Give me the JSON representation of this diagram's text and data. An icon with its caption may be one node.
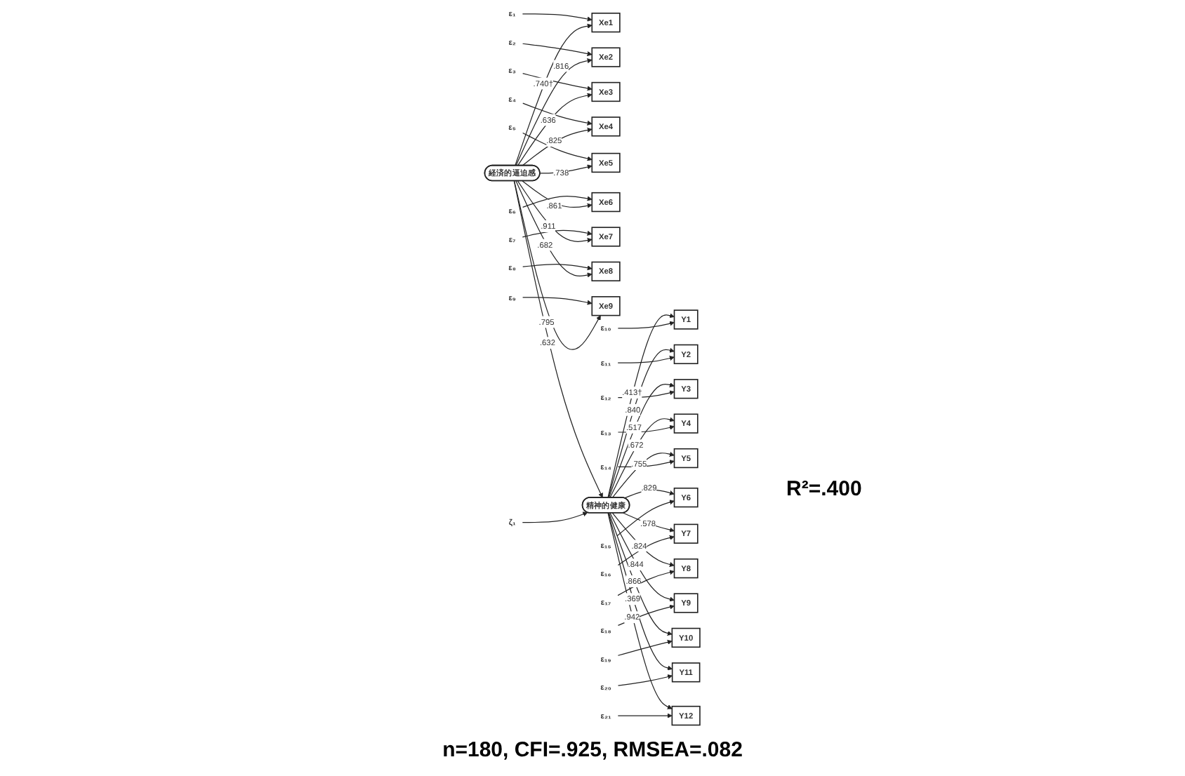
{
  "diagram": {
    "caption": "n=180, CFI=.925, RMSEA=.082",
    "nodes": [
      {
        "text": [
          "ε₁"
        ]
      },
      {
        "text": [
          "ε₂"
        ]
      },
      {
        "text": [
          "ε₃"
        ]
      },
      {
        "text": [
          "ε₄"
        ]
      },
      {
        "text": [
          "ε₅"
        ]
      },
      {
        "text": [
          "ε₆"
        ]
      },
      {
        "text": [
          "ε₇"
        ]
      },
      {
        "text": [
          "ε₈"
        ]
      },
      {
        "text": [
          "ε₉"
        ]
      },
      {
        "text": [
          "Xe1"
        ]
      },
      {
        "text": [
          "Xe2"
        ]
      },
      {
        "text": [
          "Xe3"
        ]
      },
      {
        "text": [
          "Xe4"
        ]
      },
      {
        "text": [
          "Xe5"
        ]
      },
      {
        "text": [
          "Xe6"
        ]
      },
      {
        "text": [
          "Xe7"
        ]
      },
      {
        "text": [
          "Xe8"
        ]
      },
      {
        "text": [
          "Xe9"
        ]
      },
      {
        "text": [
          "経済的逼迫感"
        ]
      },
      {
        "text": [
          "ζ₁"
        ]
      },
      {
        "text": [
          "精神的健康"
        ]
      },
      {
        "text": [
          "Y1"
        ]
      },
      {
        "text": [
          "Y2"
        ]
      },
      {
        "text": [
          "Y3"
        ]
      },
      {
        "text": [
          "Y4"
        ]
      },
      {
        "text": [
          "Y5"
        ]
      },
      {
        "text": [
          "Y6"
        ]
      },
      {
        "text": [
          "Y7"
        ]
      },
      {
        "text": [
          "Y8"
        ]
      },
      {
        "text": [
          "Y9"
        ]
      },
      {
        "text": [
          "Y10"
        ]
      },
      {
        "text": [
          "Y11"
        ]
      },
      {
        "text": [
          "Y12"
        ]
      },
      {
        "text": [
          "ε₁₀"
        ]
      },
      {
        "text": [
          "ε₁₁"
        ]
      },
      {
        "text": [
          "ε₁₂"
        ]
      },
      {
        "text": [
          "ε₁₃"
        ]
      },
      {
        "text": [
          "ε₁₄"
        ]
      },
      {
        "text": [
          "ε₁₅"
        ]
      },
      {
        "text": [
          "ε₁₆"
        ]
      },
      {
        "text": [
          "ε₁₇"
        ]
      },
      {
        "text": [
          "ε₁₈"
        ]
      },
      {
        "text": [
          "ε₁₉"
        ]
      },
      {
        "text": [
          "ε₂₀"
        ]
      },
      {
        "text": [
          "ε₂₁"
        ]
      }
    ],
    "edges": [
      {
        "from": 0,
        "to": 9,
        "arrow": "to"
      },
      {
        "from": 1,
        "to": 10,
        "arrow": "to"
      },
      {
        "from": 2,
        "to": 11,
        "arrow": "to"
      },
      {
        "from": 3,
        "to": 12,
        "arrow": "to"
      },
      {
        "from": 4,
        "to": 13,
        "arrow": "to"
      },
      {
        "from": 5,
        "to": 14,
        "arrow": "to"
      },
      {
        "from": 6,
        "to": 15,
        "arrow": "to"
      },
      {
        "from": 7,
        "to": 16,
        "arrow": "to"
      },
      {
        "from": 8,
        "to": 17,
        "arrow": "to"
      },
      {
        "from": 18,
        "to": 9,
        "arrow": "to",
        "label": ".740†"
      },
      {
        "from": 18,
        "to": 10,
        "arrow": "to",
        "label": ".816"
      },
      {
        "from": 18,
        "to": 11,
        "arrow": "to",
        "label": ".636"
      },
      {
        "from": 18,
        "to": 12,
        "arrow": "to",
        "label": ".825"
      },
      {
        "from": 18,
        "to": 13,
        "arrow": "to",
        "label": ".738"
      },
      {
        "from": 18,
        "to": 14,
        "arrow": "to",
        "label": ".861"
      },
      {
        "from": 18,
        "to": 15,
        "arrow": "to",
        "label": ".911"
      },
      {
        "from": 18,
        "to": 16,
        "arrow": "to",
        "label": ".682"
      },
      {
        "from": 18,
        "to": 17,
        "arrow": "to",
        "label": ".795"
      },
      {
        "from": 18,
        "to": 20,
        "arrow": "to",
        "label": ".632"
      },
      {
        "from": 19,
        "to": 20,
        "arrow": "to"
      },
      {
        "from": 20,
        "to": 21,
        "arrow": "to",
        "label": ".413†"
      },
      {
        "from": 20,
        "to": 22,
        "arrow": "to",
        "label": ".840"
      },
      {
        "from": 20,
        "to": 23,
        "arrow": "to",
        "label": ".517"
      },
      {
        "from": 20,
        "to": 24,
        "arrow": "to",
        "label": ".672"
      },
      {
        "from": 20,
        "to": 25,
        "arrow": "to",
        "label": ".755"
      },
      {
        "from": 20,
        "to": 26,
        "arrow": "to",
        "label": ".829"
      },
      {
        "from": 20,
        "to": 27,
        "arrow": "to",
        "label": ".578"
      },
      {
        "from": 20,
        "to": 28,
        "arrow": "to",
        "label": ".824"
      },
      {
        "from": 20,
        "to": 29,
        "arrow": "to",
        "label": ".844"
      },
      {
        "from": 20,
        "to": 30,
        "arrow": "to",
        "label": ".866"
      },
      {
        "from": 20,
        "to": 31,
        "arrow": "to",
        "label": ".369"
      },
      {
        "from": 20,
        "to": 32,
        "arrow": "to",
        "label": ".942"
      },
      {
        "from": 33,
        "to": 21,
        "arrow": "to"
      },
      {
        "from": 34,
        "to": 22,
        "arrow": "to"
      },
      {
        "from": 35,
        "to": 23,
        "arrow": "to"
      },
      {
        "from": 36,
        "to": 24,
        "arrow": "to"
      },
      {
        "from": 37,
        "to": 25,
        "arrow": "to"
      },
      {
        "from": 38,
        "to": 26,
        "arrow": "to"
      },
      {
        "from": 39,
        "to": 27,
        "arrow": "to"
      },
      {
        "from": 40,
        "to": 28,
        "arrow": "to"
      },
      {
        "from": 41,
        "to": 29,
        "arrow": "to"
      },
      {
        "from": 42,
        "to": 30,
        "arrow": "to"
      },
      {
        "from": 43,
        "to": 31,
        "arrow": "to"
      },
      {
        "from": 44,
        "to": 32,
        "arrow": "to"
      }
    ],
    "labels": [
      "R²=.400"
    ]
  }
}
